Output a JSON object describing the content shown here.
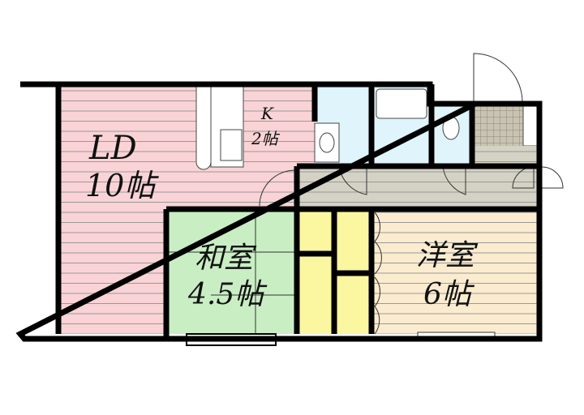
{
  "rooms": {
    "ld": {
      "name": "LD",
      "size": "10帖",
      "color": "#f9d3d6"
    },
    "kitchen": {
      "name": "K",
      "size": "2帖"
    },
    "washitsu": {
      "name": "和室",
      "size": "4.5帖",
      "color": "#c9eec4"
    },
    "youshitsu": {
      "name": "洋室",
      "size": "6帖",
      "color": "#fbecd0"
    },
    "wet_area_color": "#dff4fb",
    "hallway_color": "#d3d2c4",
    "closet_color": "#fbf7a0"
  }
}
